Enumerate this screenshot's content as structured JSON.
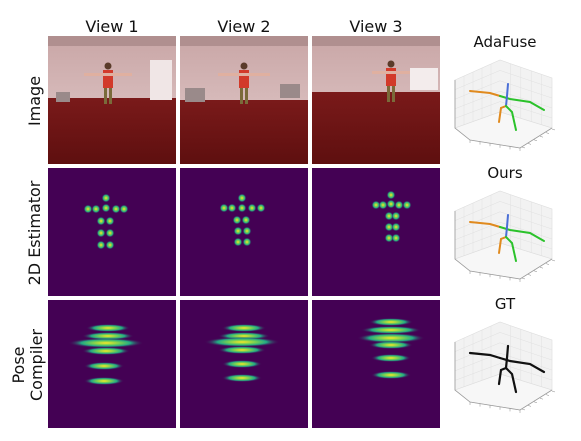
{
  "columns": [
    "View 1",
    "View 2",
    "View 3"
  ],
  "rows": [
    "Image",
    "2D Estimator",
    "Pose",
    "Compiler"
  ],
  "methods": [
    "AdaFuse",
    "Ours",
    "GT"
  ],
  "colors": {
    "heatmap_bg": "#440154",
    "joint_yellow": "#fde725",
    "joint_green": "#35b779",
    "joint_teal": "#21918c",
    "floor": "#6e1414",
    "wall": "#d7b9b9",
    "skel_orange": "#e08a1e",
    "skel_green": "#2bc22b",
    "skel_blue": "#4a6fd6",
    "skel_black": "#111111"
  }
}
